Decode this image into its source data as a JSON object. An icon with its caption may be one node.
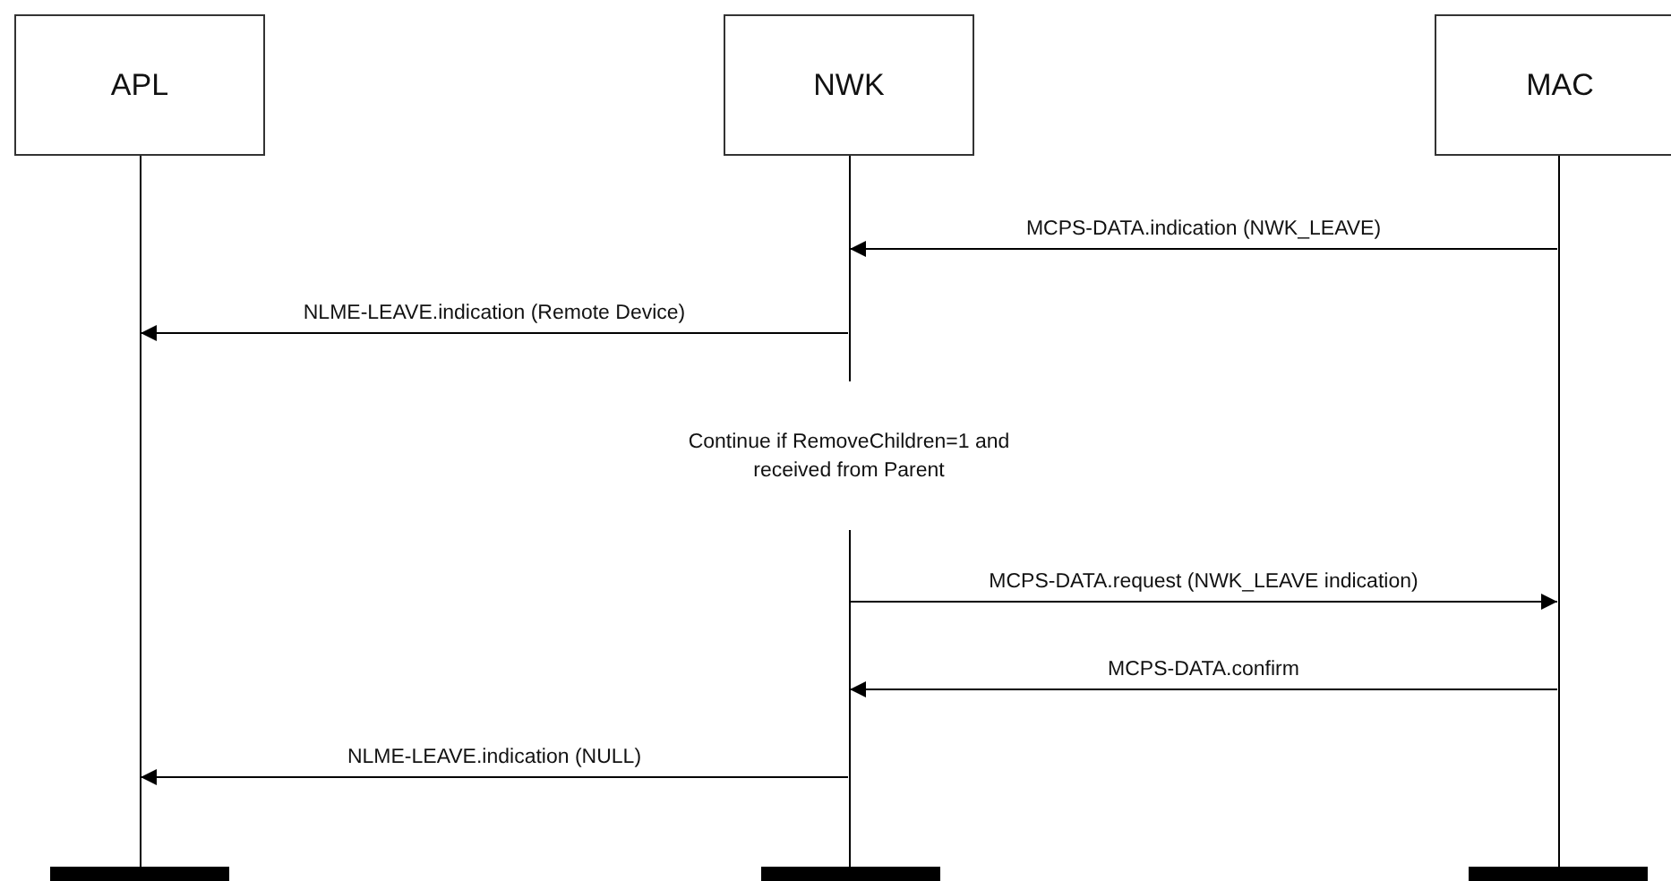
{
  "diagram": {
    "nodes": [
      {
        "text": [
          "APL"
        ]
      },
      {
        "text": [
          "NWK"
        ]
      },
      {
        "text": [
          "MAC"
        ]
      },
      {
        "text": [],
        "shape": "line"
      },
      {
        "text": [],
        "shape": "line"
      },
      {
        "text": [
          "Continue if RemoveChildren=1 and received from Parent"
        ]
      },
      {
        "text": [],
        "shape": "line"
      },
      {
        "text": [],
        "shape": "line"
      },
      {
        "text": [],
        "shape": "bar"
      },
      {
        "text": [],
        "shape": "bar"
      },
      {
        "text": [],
        "shape": "bar"
      }
    ],
    "edges": [
      {
        "from": 7,
        "to": 4,
        "arrow": "to",
        "label": "MCPS-DATA.indication (NWK_LEAVE)"
      },
      {
        "from": 4,
        "to": 3,
        "arrow": "to",
        "label": "NLME-LEAVE.indication (Remote Device)"
      },
      {
        "from": 6,
        "to": 7,
        "arrow": "to",
        "label": "MCPS-DATA.request (NWK_LEAVE indication)"
      },
      {
        "from": 7,
        "to": 6,
        "arrow": "to",
        "label": "MCPS-DATA.confirm"
      },
      {
        "from": 6,
        "to": 3,
        "arrow": "to",
        "label": "NLME-LEAVE.indication (NULL)"
      }
    ]
  }
}
